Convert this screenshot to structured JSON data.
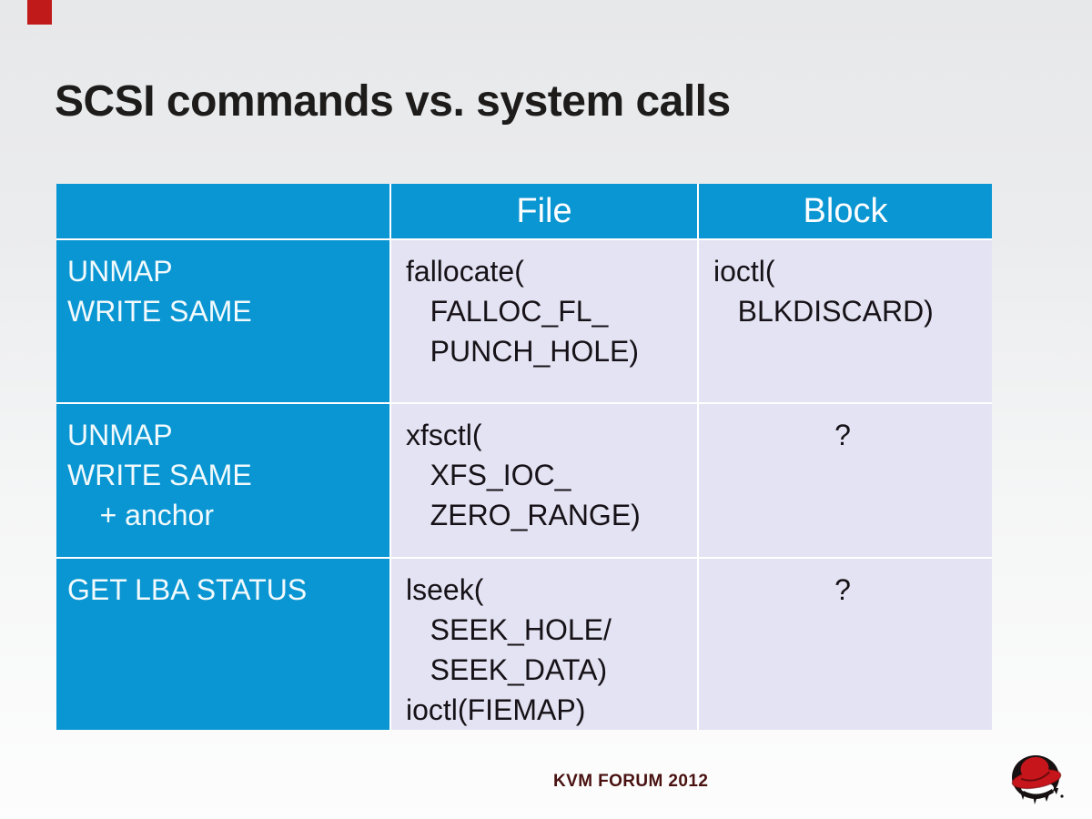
{
  "slide": {
    "title": "SCSI commands vs. system calls",
    "footer": "KVM FORUM 2012"
  },
  "colors": {
    "header_blue": "#0a96d2",
    "data_cell_lavender": "#e4e3f3",
    "top_tab_red": "#c01a1a",
    "footer_text_red": "#4a1111"
  },
  "icons": {
    "logo": "redhat-shadowman-logo"
  },
  "table": {
    "header": [
      {
        "text": ""
      },
      {
        "text": "File"
      },
      {
        "text": "Block"
      }
    ],
    "rows": [
      [
        {
          "text": "UNMAP\nWRITE SAME"
        },
        {
          "text": "fallocate(\n   FALLOC_FL_\n   PUNCH_HOLE)"
        },
        {
          "text": "ioctl(\n   BLKDISCARD)"
        }
      ],
      [
        {
          "text": "UNMAP\nWRITE SAME\n    + anchor"
        },
        {
          "text": "xfsctl(\n   XFS_IOC_\n   ZERO_RANGE)"
        },
        {
          "text": "?",
          "align": "center"
        }
      ],
      [
        {
          "text": "GET LBA STATUS"
        },
        {
          "text": "lseek(\n   SEEK_HOLE/\n   SEEK_DATA)\nioctl(FIEMAP)"
        },
        {
          "text": "?",
          "align": "center"
        }
      ]
    ]
  }
}
